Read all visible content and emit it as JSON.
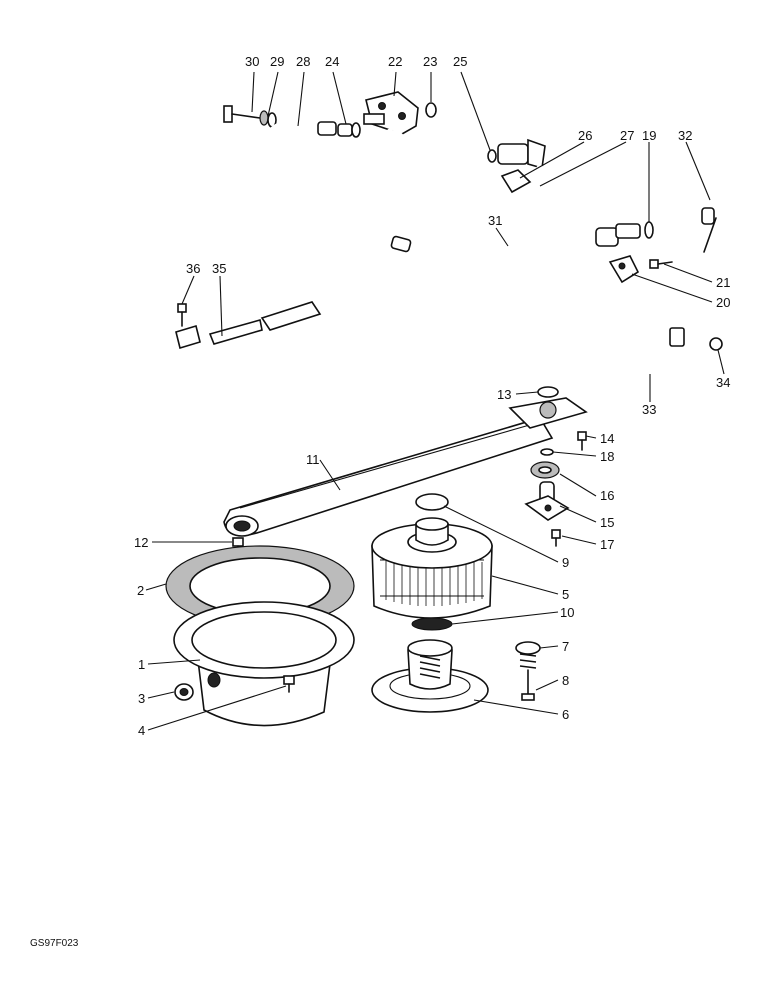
{
  "figure_code": "GS97F023",
  "callouts": {
    "c1": "1",
    "c2": "2",
    "c3": "3",
    "c4": "4",
    "c5": "5",
    "c6": "6",
    "c7": "7",
    "c8": "8",
    "c9": "9",
    "c10": "10",
    "c11": "11",
    "c12": "12",
    "c13": "13",
    "c14": "14",
    "c15": "15",
    "c16": "16",
    "c17": "17",
    "c18": "18",
    "c19": "19",
    "c20": "20",
    "c21": "21",
    "c22": "22",
    "c23": "23",
    "c24": "24",
    "c25": "25",
    "c26": "26",
    "c27": "27",
    "c28": "28",
    "c29": "29",
    "c30": "30",
    "c31": "31",
    "c32": "32",
    "c33": "33",
    "c34": "34",
    "c35": "35",
    "c36": "36"
  }
}
